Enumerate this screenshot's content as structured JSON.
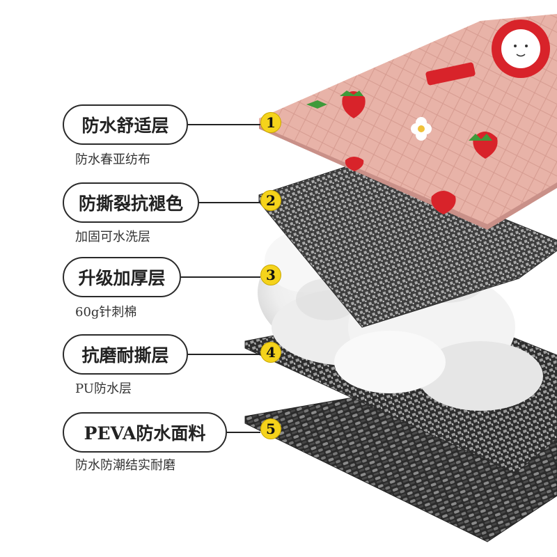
{
  "layers": [
    {
      "number": "1",
      "title": "防水舒适层",
      "subtitle": "防水春亚纺布"
    },
    {
      "number": "2",
      "title": "防撕裂抗褪色",
      "subtitle": "加固可水洗层"
    },
    {
      "number": "3",
      "title": "升级加厚层",
      "subtitle": "60g针刺棉"
    },
    {
      "number": "4",
      "title": "抗磨耐撕层",
      "subtitle": "PU防水层"
    },
    {
      "number": "5",
      "title": "PEVA防水面料",
      "subtitle": "防水防潮结实耐磨"
    }
  ],
  "colors": {
    "badge": "#f5d31b",
    "top_fabric": "#e8b0a6",
    "strawberry": "#d8232a",
    "mesh": "#6a6a6a",
    "cotton": "#f2f2f2",
    "weave": "#3a3a3a"
  }
}
